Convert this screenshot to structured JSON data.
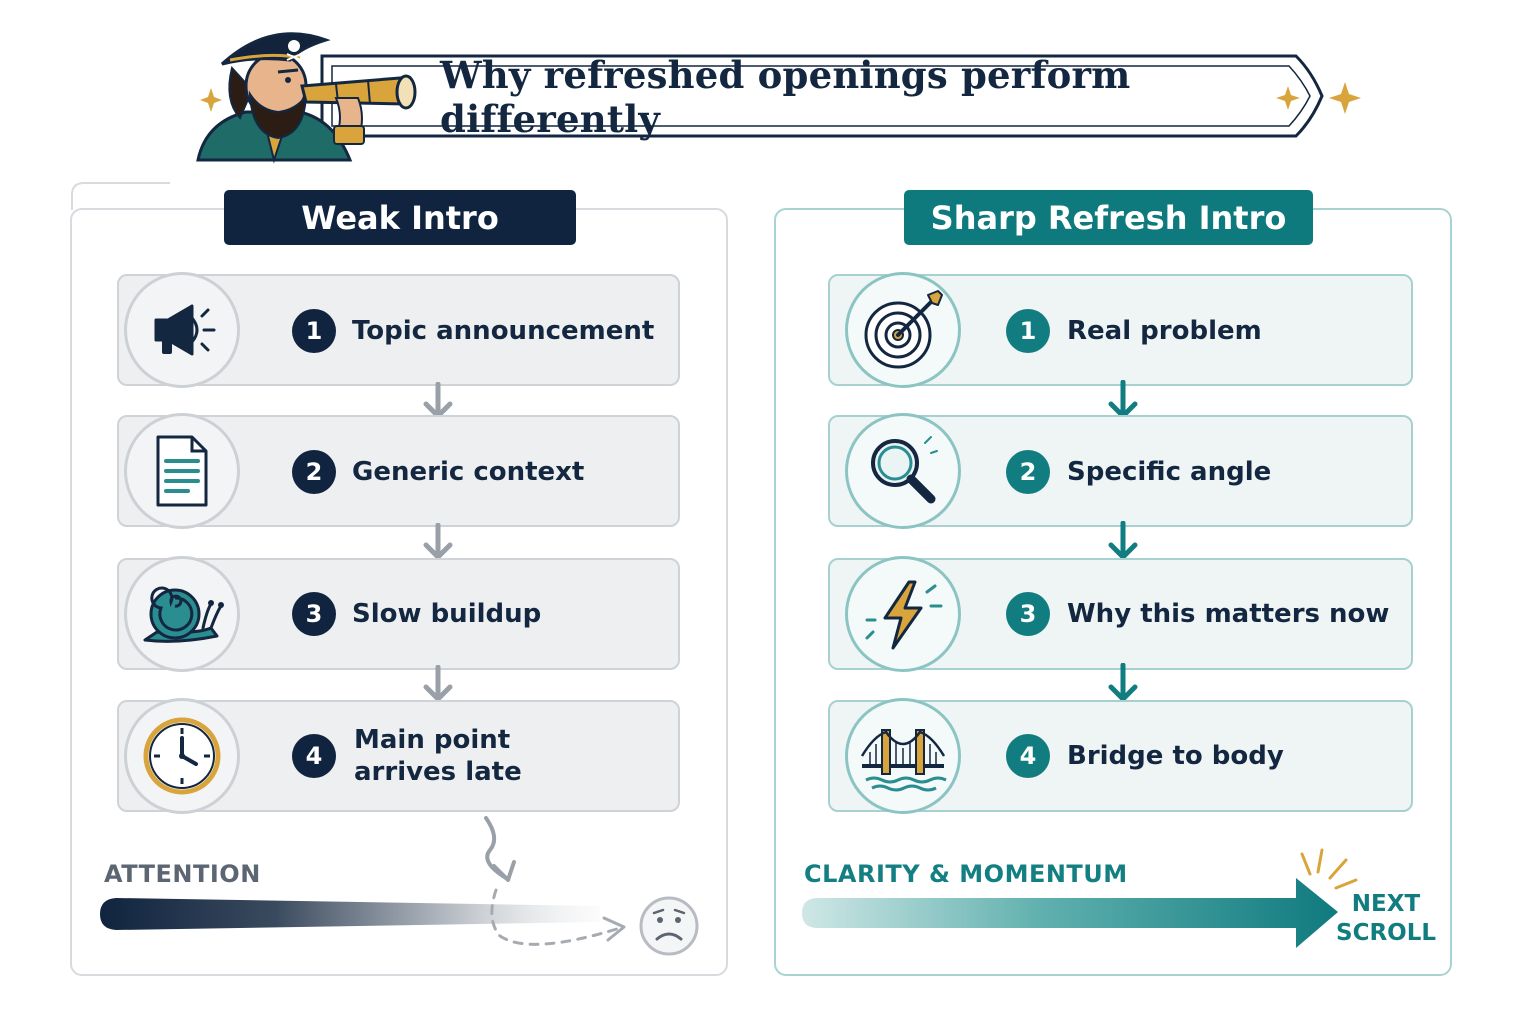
{
  "header": {
    "title": "Why refreshed openings perform differently"
  },
  "weak": {
    "title": "Weak Intro",
    "steps": [
      {
        "number": "1",
        "label": "Topic announcement",
        "icon": "megaphone-icon"
      },
      {
        "number": "2",
        "label": "Generic context",
        "icon": "document-icon"
      },
      {
        "number": "3",
        "label": "Slow buildup",
        "icon": "snail-icon"
      },
      {
        "number": "4",
        "label": "Main point arrives late",
        "label_line1": "Main point",
        "label_line2": "arrives late",
        "icon": "clock-icon"
      }
    ],
    "meter_label": "ATTENTION",
    "end_icon": "sad-face-icon"
  },
  "sharp": {
    "title": "Sharp Refresh Intro",
    "steps": [
      {
        "number": "1",
        "label": "Real problem",
        "icon": "target-icon"
      },
      {
        "number": "2",
        "label": "Specific angle",
        "icon": "magnifier-icon"
      },
      {
        "number": "3",
        "label": "Why this matters now",
        "icon": "lightning-icon"
      },
      {
        "number": "4",
        "label": "Bridge to body",
        "icon": "bridge-icon"
      }
    ],
    "meter_label": "CLARITY & MOMENTUM",
    "end_line1": "NEXT",
    "end_line2": "SCROLL"
  },
  "colors": {
    "navy": "#10243f",
    "teal": "#0f7a7e",
    "gold": "#d9a43c"
  }
}
